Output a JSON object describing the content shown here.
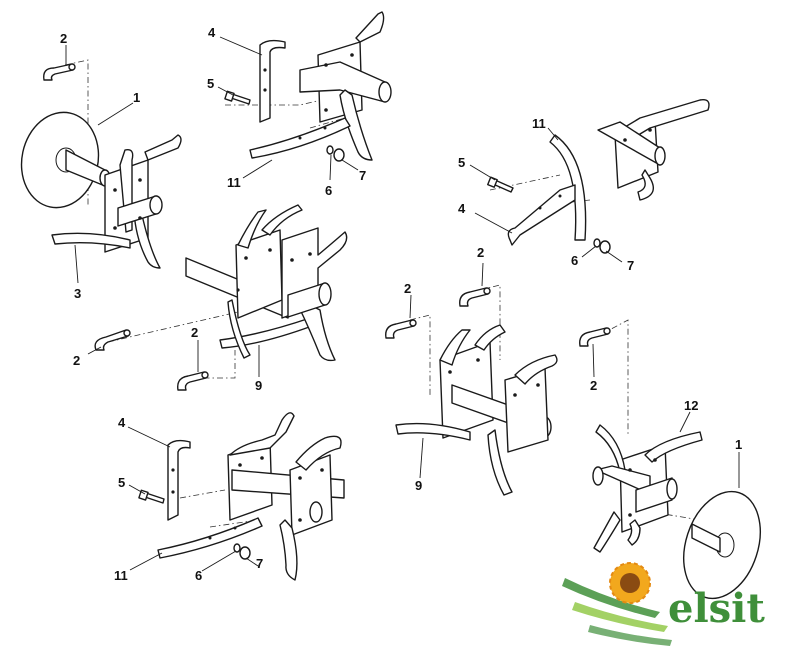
{
  "diagram": {
    "labels": {
      "disc_left": "1",
      "disc_right": "1",
      "pin_top_left": "2",
      "pin_mid_left_a": "2",
      "pin_mid_left_b": "2",
      "pin_mid_right_a": "2",
      "pin_mid_right_b": "2",
      "pin_right": "2",
      "tine_left_3": "3",
      "bracket_top": "4",
      "bracket_right": "4",
      "bracket_bottom": "4",
      "bolt_top": "5",
      "bolt_right": "5",
      "bolt_bottom": "5",
      "washer_top": "6",
      "washer_right": "6",
      "washer_bottom": "6",
      "nut_top": "7",
      "nut_right": "7",
      "nut_bottom": "7",
      "rotor_mid_left": "9",
      "rotor_mid_right": "9",
      "blade_top": "11",
      "blade_right": "11",
      "blade_bottom": "11",
      "tine_right_12": "12"
    }
  },
  "watermark": {
    "text": "elsit",
    "colors": {
      "green": "#3f8f3a",
      "sunflower": "#f2a81d",
      "sunflower_center": "#8a4b12"
    }
  }
}
